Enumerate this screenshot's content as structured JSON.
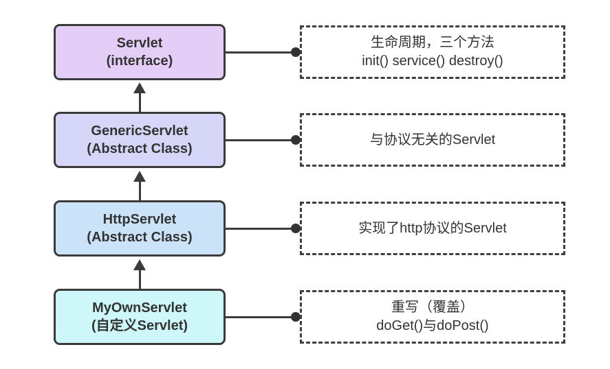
{
  "page": {
    "background": "#ffffff",
    "line_color": "#3a3a3a",
    "text_color": "#333333"
  },
  "diagram": {
    "description": "Servlet inheritance hierarchy with annotations",
    "rows": [
      {
        "class_name": "Servlet",
        "class_type": "(interface)",
        "box_fill": "#e4cef8",
        "note_line1": "生命周期，三个方法",
        "note_line2": "init() service() destroy()"
      },
      {
        "class_name": "GenericServlet",
        "class_type": "(Abstract Class)",
        "box_fill": "#d6d6f8",
        "note_line1": "与协议无关的Servlet",
        "note_line2": ""
      },
      {
        "class_name": "HttpServlet",
        "class_type": "(Abstract Class)",
        "box_fill": "#cbe3f9",
        "note_line1": "实现了http协议的Servlet",
        "note_line2": ""
      },
      {
        "class_name": "MyOwnServlet",
        "class_type": "(自定义Servlet)",
        "box_fill": "#cdf7f8",
        "note_line1": "重写（覆盖）",
        "note_line2": "doGet()与doPost()"
      }
    ]
  }
}
